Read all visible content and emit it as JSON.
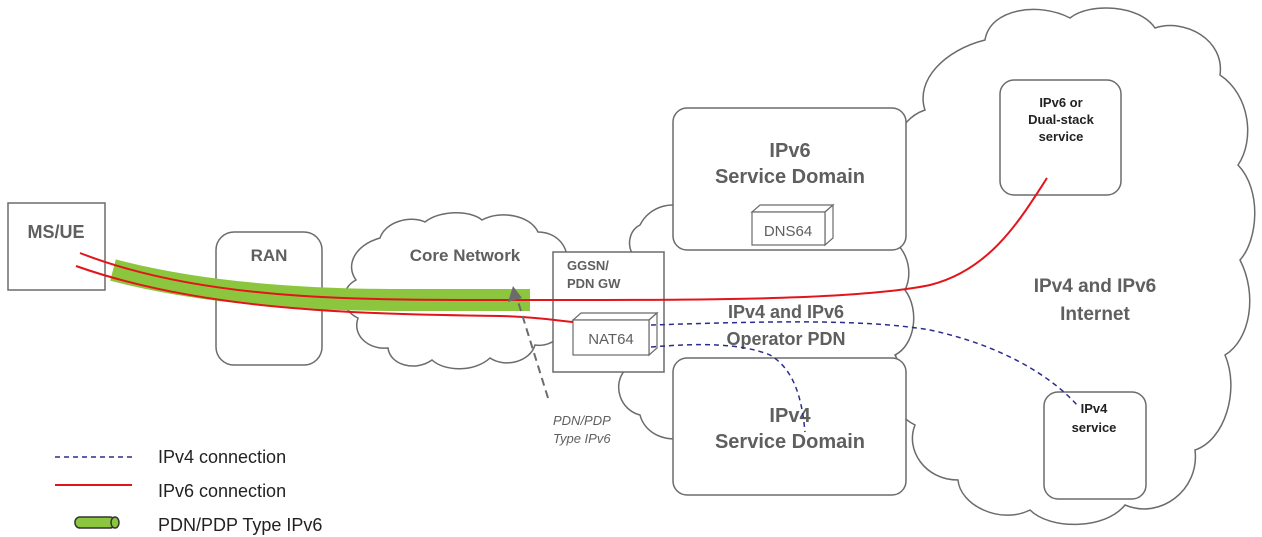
{
  "ms_ue": "MS/UE",
  "ran": "RAN",
  "core_network": "Core Network",
  "gateway": {
    "line1": "GGSN/",
    "line2": "PDN GW"
  },
  "nat64": "NAT64",
  "dns64": "DNS64",
  "ipv6_service_domain": {
    "line1": "IPv6",
    "line2": "Service Domain"
  },
  "ipv4_service_domain": {
    "line1": "IPv4",
    "line2": "Service Domain"
  },
  "operator_pdn": {
    "line1": "IPv4 and IPv6",
    "line2": "Operator PDN"
  },
  "internet": {
    "line1": "IPv4 and IPv6",
    "line2": "Internet"
  },
  "ipv6_service": {
    "line1": "IPv6 or",
    "line2": "Dual-stack",
    "line3": "service"
  },
  "ipv4_service": {
    "line1": "IPv4",
    "line2": "service"
  },
  "pdp_annotation": {
    "line1": "PDN/PDP",
    "line2": "Type IPv6"
  },
  "legend": {
    "ipv4": "IPv4 connection",
    "ipv6": "IPv6 connection",
    "pdp": "PDN/PDP Type IPv6"
  },
  "colors": {
    "ipv6_line": "#e2151b",
    "ipv4_line": "#2b2d8c",
    "tunnel": "#8cc63f",
    "outline": "#6b6b6b"
  }
}
